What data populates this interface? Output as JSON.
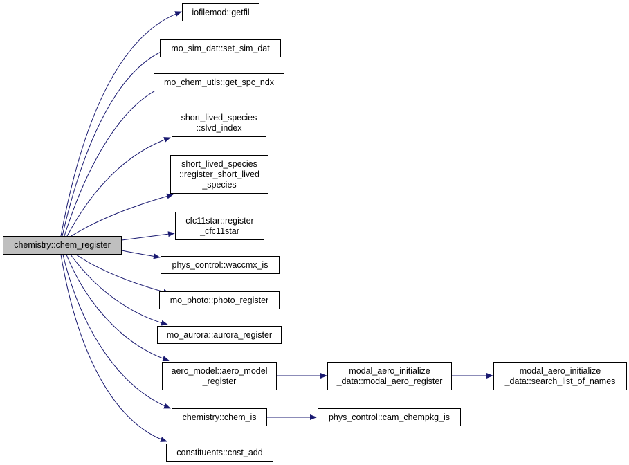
{
  "colors": {
    "edge": "#191970",
    "root_fill": "#bfbfbf",
    "node_fill": "#ffffff",
    "border": "#000000"
  },
  "nodes": {
    "root": {
      "lines": [
        "chemistry::chem_register"
      ]
    },
    "getfil": {
      "lines": [
        "iofilemod::getfil"
      ]
    },
    "setsim": {
      "lines": [
        "mo_sim_dat::set_sim_dat"
      ]
    },
    "getspc": {
      "lines": [
        "mo_chem_utls::get_spc_ndx"
      ]
    },
    "slvd": {
      "lines": [
        "short_lived_species",
        "::slvd_index"
      ]
    },
    "regshort": {
      "lines": [
        "short_lived_species",
        "::register_short_lived",
        "_species"
      ]
    },
    "cfc": {
      "lines": [
        "cfc11star::register",
        "_cfc11star"
      ]
    },
    "waccmx": {
      "lines": [
        "phys_control::waccmx_is"
      ]
    },
    "photo": {
      "lines": [
        "mo_photo::photo_register"
      ]
    },
    "aurora": {
      "lines": [
        "mo_aurora::aurora_register"
      ]
    },
    "aeromodel": {
      "lines": [
        "aero_model::aero_model",
        "_register"
      ]
    },
    "modal": {
      "lines": [
        "modal_aero_initialize",
        "_data::modal_aero_register"
      ]
    },
    "search": {
      "lines": [
        "modal_aero_initialize",
        "_data::search_list_of_names"
      ]
    },
    "chemis": {
      "lines": [
        "chemistry::chem_is"
      ]
    },
    "camchem": {
      "lines": [
        "phys_control::cam_chempkg_is"
      ]
    },
    "cnst": {
      "lines": [
        "constituents::cnst_add"
      ]
    }
  }
}
